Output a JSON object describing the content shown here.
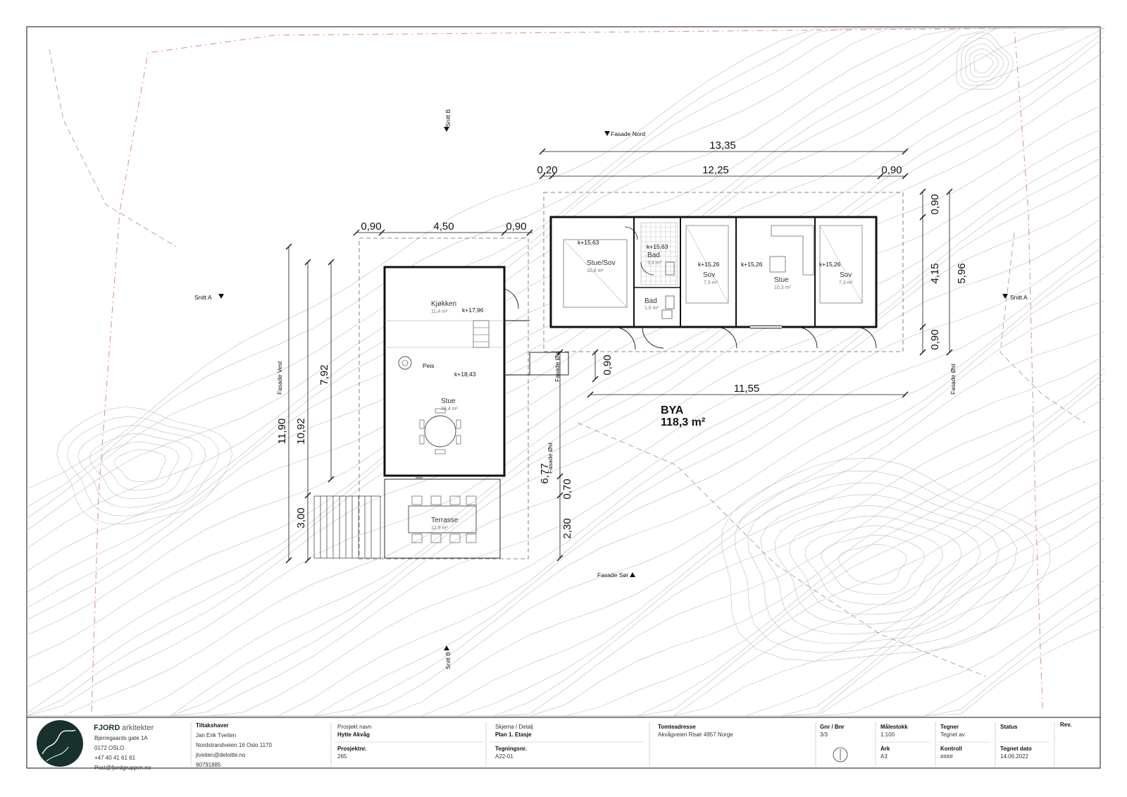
{
  "drawing": {
    "dimensions": {
      "top_total": "13,35",
      "top_left": "0,20",
      "top_mid": "12,25",
      "top_right": "0,90",
      "west_left": "0,90",
      "west_mid": "4,50",
      "west_right": "0,90",
      "right_top": "0,90",
      "right_mid": "4,15",
      "right_total": "5,96",
      "right_bottom": "0,90",
      "gap_090": "0,90",
      "bottom_1155": "11,55",
      "left_1190": "11,90",
      "left_1092": "10,92",
      "left_792": "7,92",
      "left_300": "3,00",
      "mid_677": "6,77",
      "mid_070": "0,70",
      "mid_230": "2,30"
    },
    "rooms": [
      {
        "name": "Stue/Sov",
        "area": "10,8 m²",
        "level": "k+15,63"
      },
      {
        "name": "Bad",
        "area": "3,3 m²",
        "level": "k+15,63"
      },
      {
        "name": "Bad",
        "area": "1,6 m²",
        "level": ""
      },
      {
        "name": "Sov",
        "area": "7,3 m²",
        "level": "k+15,26"
      },
      {
        "name": "Stue",
        "area": "10,3 m²",
        "level": "k+15,26"
      },
      {
        "name": "Sov",
        "area": "7,3 m²",
        "level": "k+15,26"
      },
      {
        "name": "Kjøkken",
        "area": "11,4 m²",
        "level": "k+17,96"
      },
      {
        "name": "Stue",
        "area": "18,4 m²",
        "level": "k+18,43"
      },
      {
        "name": "Terrasse",
        "area": "12,9 m²",
        "level": ""
      }
    ],
    "peis_label": "Peis",
    "markers": {
      "snitt_a_left": "Snitt A",
      "snitt_a_right": "Snitt A",
      "snitt_b_top": "Snitt B",
      "snitt_b_bottom": "Snitt B",
      "fasade_nord": "Fasade Nord",
      "fasade_vest": "Fasade Vest",
      "fasade_ost_1": "Fasade Øst",
      "fasade_ost_2": "Fasade Øst",
      "fasade_ost_3": "Fasade Øst",
      "fasade_sor": "Fasade Sør"
    },
    "bya_label": "BYA",
    "bya_value": "118,3 m²"
  },
  "title_block": {
    "company": {
      "name_bold": "FJORD",
      "name_light": "arkitekter",
      "address1": "Bjerregaards gate 1A",
      "address2": "0172 OSLO",
      "phone": "+47 40 41 61 61",
      "email": "Post@fjordgruppen.no"
    },
    "client": {
      "label": "Tiltakshaver",
      "name": "Jan Erik Tveiten",
      "address": "Nordstrandveien 16 Oslo 1170",
      "email": "jtveiten@deloitte.no",
      "phone": "90791885"
    },
    "project_name_label": "Prosjekt navn",
    "project_name": "Hytte Akvåg",
    "project_no_label": "Prosjektnr.",
    "project_no": "265",
    "scheme_label": "Skjema / Detalj",
    "scheme": "Plan 1. Etasje",
    "drawing_no_label": "Tegningsnr.",
    "drawing_no": "A22-01",
    "site_label": "Tomteadresse",
    "site": "Akvågveien  Risør 4957 Norge",
    "gnr_label": "Gnr / Bnr",
    "gnr": "3/3",
    "scale_label": "Målestokk",
    "scale": "1:100",
    "sheet_label": "Ark",
    "sheet": "A3",
    "drawn_label": "Tegner",
    "drawn": "Tegnet av",
    "check_label": "Kontroll",
    "check": "####",
    "status_label": "Status",
    "status": "",
    "date_label": "Tegnet dato",
    "date": "14.06.2022",
    "rev_label": "Rev.",
    "rev": ""
  },
  "colors": {
    "line": "#111111",
    "contour": "#bdbdbd",
    "boundary": "#d98c8c",
    "logo": "#17312d"
  }
}
